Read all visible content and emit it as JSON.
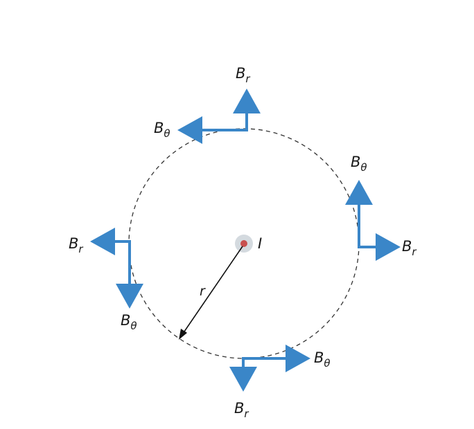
{
  "colors": {
    "vector_arrow": "#3a86c8",
    "circle_dash": "#333333",
    "wire_halo": "#d4dadf",
    "wire_dot": "#c8504f",
    "radius_arrow": "#111111"
  },
  "labels": {
    "current": "I",
    "radius": "r",
    "B_symbol": "B",
    "radial_subscript": "r",
    "tangential_subscript": "θ"
  }
}
